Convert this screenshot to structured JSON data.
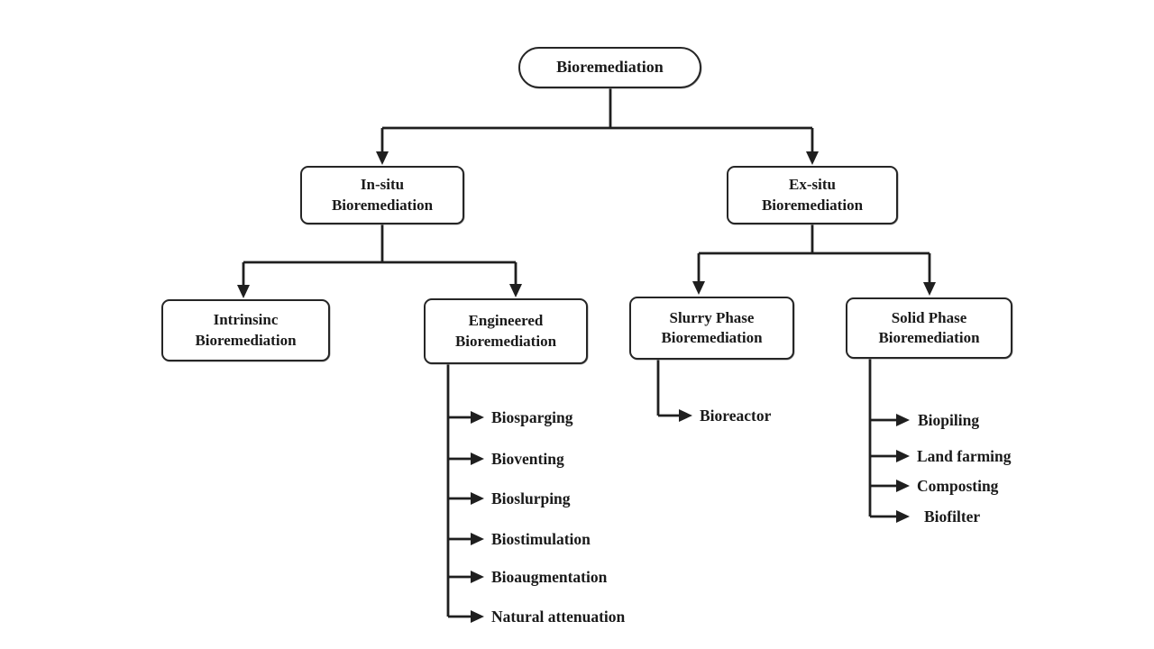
{
  "colors": {
    "line": "#1f1f1f",
    "box_border": "#262626",
    "box_fill": "#ffffff",
    "text": "#1a1a1a",
    "background": "#ffffff"
  },
  "nodes": {
    "root": "Bioremediation",
    "insitu": "In-situ\nBioremediation",
    "exsitu": "Ex-situ\nBioremediation",
    "intrinsic": "Intrinsinc\nBioremediation",
    "engineered": "Engineered\nBioremediation",
    "slurry": "Slurry Phase\nBioremediation",
    "solid": "Solid Phase\nBioremediation"
  },
  "leaves": {
    "engineered": [
      "Biosparging",
      "Bioventing",
      "Bioslurping",
      "Biostimulation",
      "Bioaugmentation",
      "Natural attenuation"
    ],
    "slurry": [
      "Bioreactor"
    ],
    "solid": [
      "Biopiling",
      "Land farming",
      "Composting",
      "Biofilter"
    ]
  }
}
